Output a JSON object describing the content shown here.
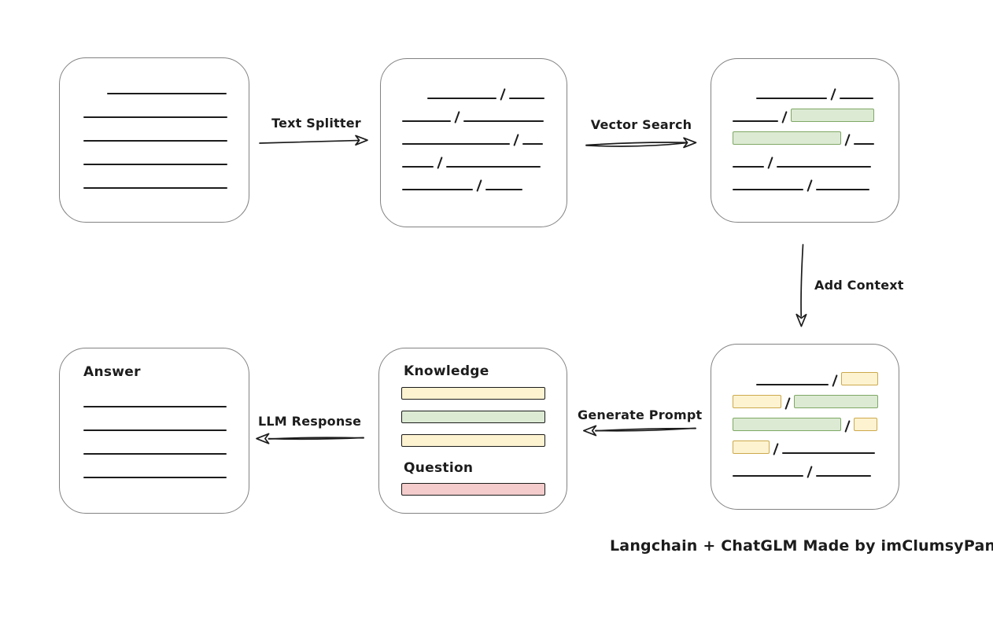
{
  "colors": {
    "line": "#1c1c1c",
    "box_border": "#828282",
    "green_fill": "#dcead3",
    "green_border": "#7fa865",
    "yellow_fill": "#fdf3d1",
    "yellow_border": "#cda94c",
    "red_fill": "#f3cccb",
    "red_border": "#b5524e"
  },
  "labels": {
    "text_splitter": "Text Splitter",
    "vector_search": "Vector Search",
    "add_context": "Add Context",
    "generate_prompt": "Generate Prompt",
    "llm_response": "LLM Response"
  },
  "prompt_box": {
    "knowledge_label": "Knowledge",
    "question_label": "Question",
    "knowledge_bars": [
      "yellow",
      "green",
      "yellow"
    ],
    "question_bars": [
      "red"
    ]
  },
  "answer_box": {
    "title": "Answer",
    "line_count": 4
  },
  "caption": "Langchain + ChatGLM Made by imClumsyPanda",
  "boxes": {
    "document": {
      "rows": [
        {
          "indent": 30,
          "segs": [
            {
              "t": "line",
              "w": 152
            }
          ]
        },
        {
          "segs": [
            {
              "t": "line",
              "w": 183
            }
          ]
        },
        {
          "segs": [
            {
              "t": "line",
              "w": 183
            }
          ]
        },
        {
          "segs": [
            {
              "t": "line",
              "w": 183
            }
          ]
        },
        {
          "segs": [
            {
              "t": "line",
              "w": 183
            }
          ]
        }
      ]
    },
    "chunks": {
      "rows": [
        {
          "indent": 32,
          "segs": [
            {
              "t": "line",
              "w": 88
            },
            {
              "t": "line",
              "w": 45
            }
          ]
        },
        {
          "segs": [
            {
              "t": "line",
              "w": 62
            },
            {
              "t": "line",
              "w": 102
            }
          ]
        },
        {
          "segs": [
            {
              "t": "line",
              "w": 137
            },
            {
              "t": "line",
              "w": 26
            }
          ]
        },
        {
          "segs": [
            {
              "t": "line",
              "w": 40
            },
            {
              "t": "line",
              "w": 120
            }
          ]
        },
        {
          "segs": [
            {
              "t": "line",
              "w": 90
            },
            {
              "t": "line",
              "w": 47
            }
          ]
        }
      ]
    },
    "vector_matches": {
      "rows": [
        {
          "indent": 30,
          "segs": [
            {
              "t": "line",
              "w": 90
            },
            {
              "t": "line",
              "w": 43
            }
          ]
        },
        {
          "segs": [
            {
              "t": "line",
              "w": 58
            },
            {
              "t": "bar",
              "c": "green",
              "w": 106
            }
          ]
        },
        {
          "segs": [
            {
              "t": "bar",
              "c": "green",
              "w": 138
            },
            {
              "t": "line",
              "w": 26
            }
          ]
        },
        {
          "segs": [
            {
              "t": "line",
              "w": 40
            },
            {
              "t": "line",
              "w": 120
            }
          ]
        },
        {
          "segs": [
            {
              "t": "line",
              "w": 90
            },
            {
              "t": "line",
              "w": 68
            }
          ]
        }
      ]
    },
    "context": {
      "rows": [
        {
          "indent": 30,
          "segs": [
            {
              "t": "line",
              "w": 92
            },
            {
              "t": "bar",
              "c": "yellow",
              "w": 47
            }
          ]
        },
        {
          "segs": [
            {
              "t": "bar",
              "c": "yellow",
              "w": 62
            },
            {
              "t": "bar",
              "c": "green",
              "w": 107
            }
          ]
        },
        {
          "segs": [
            {
              "t": "bar",
              "c": "green",
              "w": 138
            },
            {
              "t": "bar",
              "c": "yellow",
              "w": 30
            }
          ]
        },
        {
          "segs": [
            {
              "t": "bar",
              "c": "yellow",
              "w": 47
            },
            {
              "t": "line",
              "w": 118
            }
          ]
        },
        {
          "segs": [
            {
              "t": "line",
              "w": 90
            },
            {
              "t": "line",
              "w": 70
            }
          ]
        }
      ]
    }
  }
}
